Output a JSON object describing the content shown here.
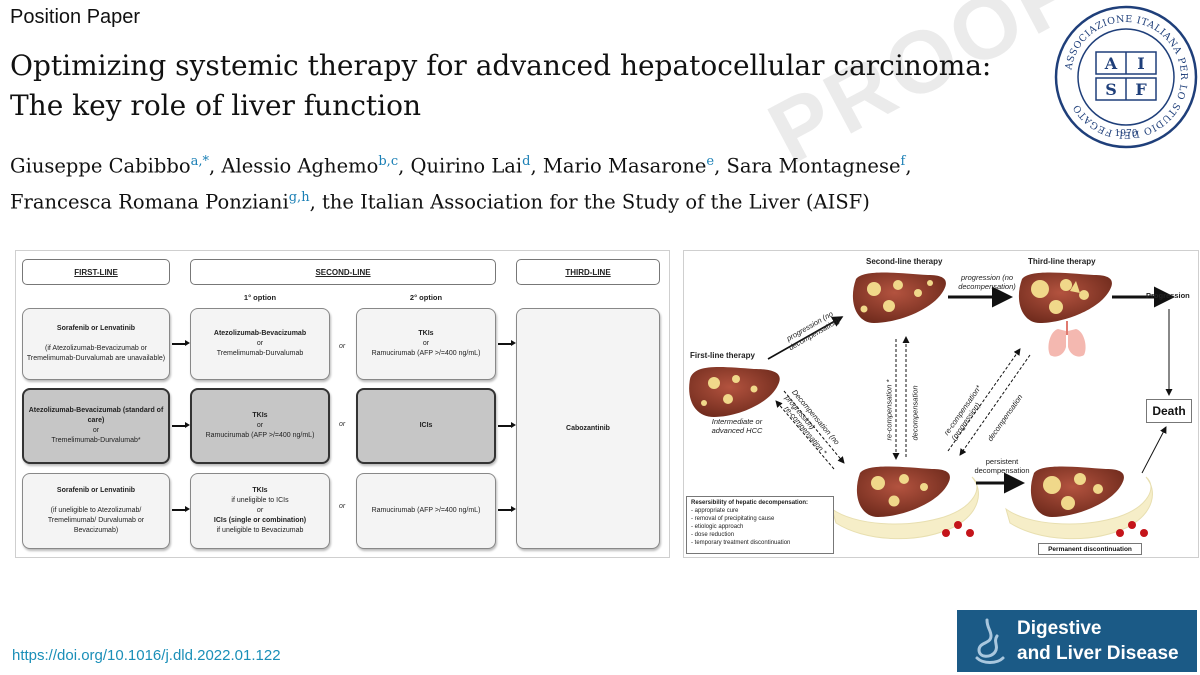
{
  "header": {
    "label": "Position Paper"
  },
  "paper": {
    "title_line1": "Optimizing systemic therapy for advanced hepatocellular carcinoma:",
    "title_line2": "The key role of liver function",
    "authors": [
      {
        "name": "Giuseppe Cabibbo",
        "aff": "a,*",
        "sep": ", "
      },
      {
        "name": "Alessio Aghemo",
        "aff": "b,c",
        "sep": ", "
      },
      {
        "name": "Quirino Lai",
        "aff": "d",
        "sep": ", "
      },
      {
        "name": "Mario Masarone",
        "aff": "e",
        "sep": ", "
      },
      {
        "name": "Sara Montagnese",
        "aff": "f",
        "sep": ","
      },
      {
        "name": "Francesca Romana Ponziani",
        "aff": "g,h",
        "sep": ", "
      }
    ],
    "authors_tail": "the Italian Association for the Study of the Liver (AISF)",
    "watermark": "PROOF"
  },
  "seal": {
    "ring_text": "ASSOCIAZIONE ITALIANA PER LO STUDIO DEL FEGATO",
    "letters": [
      "A",
      "I",
      "S",
      "F"
    ],
    "year": "1970"
  },
  "figure1": {
    "headers": {
      "first": "FIRST-LINE",
      "second": "SECOND-LINE",
      "third": "THIRD-LINE"
    },
    "option1": "1° option",
    "option2": "2° option",
    "or": "or",
    "row1": {
      "first_bold": "Sorafenib or Lenvatinib",
      "first_text": "(if Atezolizumab-Bevacizumab or Tremelimumab-Durvalumab are unavailable)",
      "opt1_bold": "Atezolizumab-Bevacizumab",
      "opt1_or": "or",
      "opt1_text": "Tremelimumab-Durvalumab",
      "opt2_bold": "TKIs",
      "opt2_or": "or",
      "opt2_text": "Ramucirumab (AFP >/=400 ng/mL)"
    },
    "row2": {
      "first_bold": "Atezolizumab-Bevacizumab (standard of care)",
      "first_or": "or",
      "first_text": "Tremelimumab-Durvalumab*",
      "opt1_bold": "TKIs",
      "opt1_or": "or",
      "opt1_text": "Ramucirumab (AFP >/=400 ng/mL)",
      "opt2_bold": "ICIs"
    },
    "row3": {
      "first_bold": "Sorafenib or Lenvatinib",
      "first_text": "(if uneligible to Atezolizumab/ Tremelimumab/ Durvalumab or Bevacizumab)",
      "opt1_bold": "TKIs",
      "opt1_text": "if uneligible to ICIs",
      "opt1_or": "or",
      "opt1_bold2": "ICIs (single or combination)",
      "opt1_text2": "if uneligible to Bevacizumab",
      "opt2_text": "Ramucirumab (AFP >/=400 ng/mL)"
    },
    "third_line": "Cabozantinib"
  },
  "figure2": {
    "first_line": "First-line therapy",
    "second_line": "Second-line therapy",
    "third_line": "Third-line therapy",
    "progression": "Progression",
    "stage": "Intermediate or advanced HCC",
    "arrow1": "progression (no decompensation)",
    "arrow2": "progression (no decompensation)",
    "recomp": "re-compensation *",
    "decomp": "decompensation",
    "decomp_noprog": "Decompensation (no progression)",
    "recomp2": "re-compensation *",
    "recomp_prog": "re-compensation* (progression)",
    "decomp2": "decompensation",
    "persistent": "persistent decompensation",
    "death": "Death",
    "permanent": "Permanent discontinuation",
    "legend_title": "Resersibility of hepatic decompensation:",
    "legend_items": [
      "appropriate cure",
      "removal of precipitating cause",
      "etiologic approach",
      "dose reduction",
      "temporary treatment discontinuation"
    ]
  },
  "footer": {
    "doi": "https://doi.org/10.1016/j.dld.2022.01.122",
    "journal_line1": "Digestive",
    "journal_line2": "and Liver Disease"
  },
  "colors": {
    "journal_bg": "#1b5a86",
    "link": "#1a8fb8",
    "liver": "#8c3a2a"
  }
}
